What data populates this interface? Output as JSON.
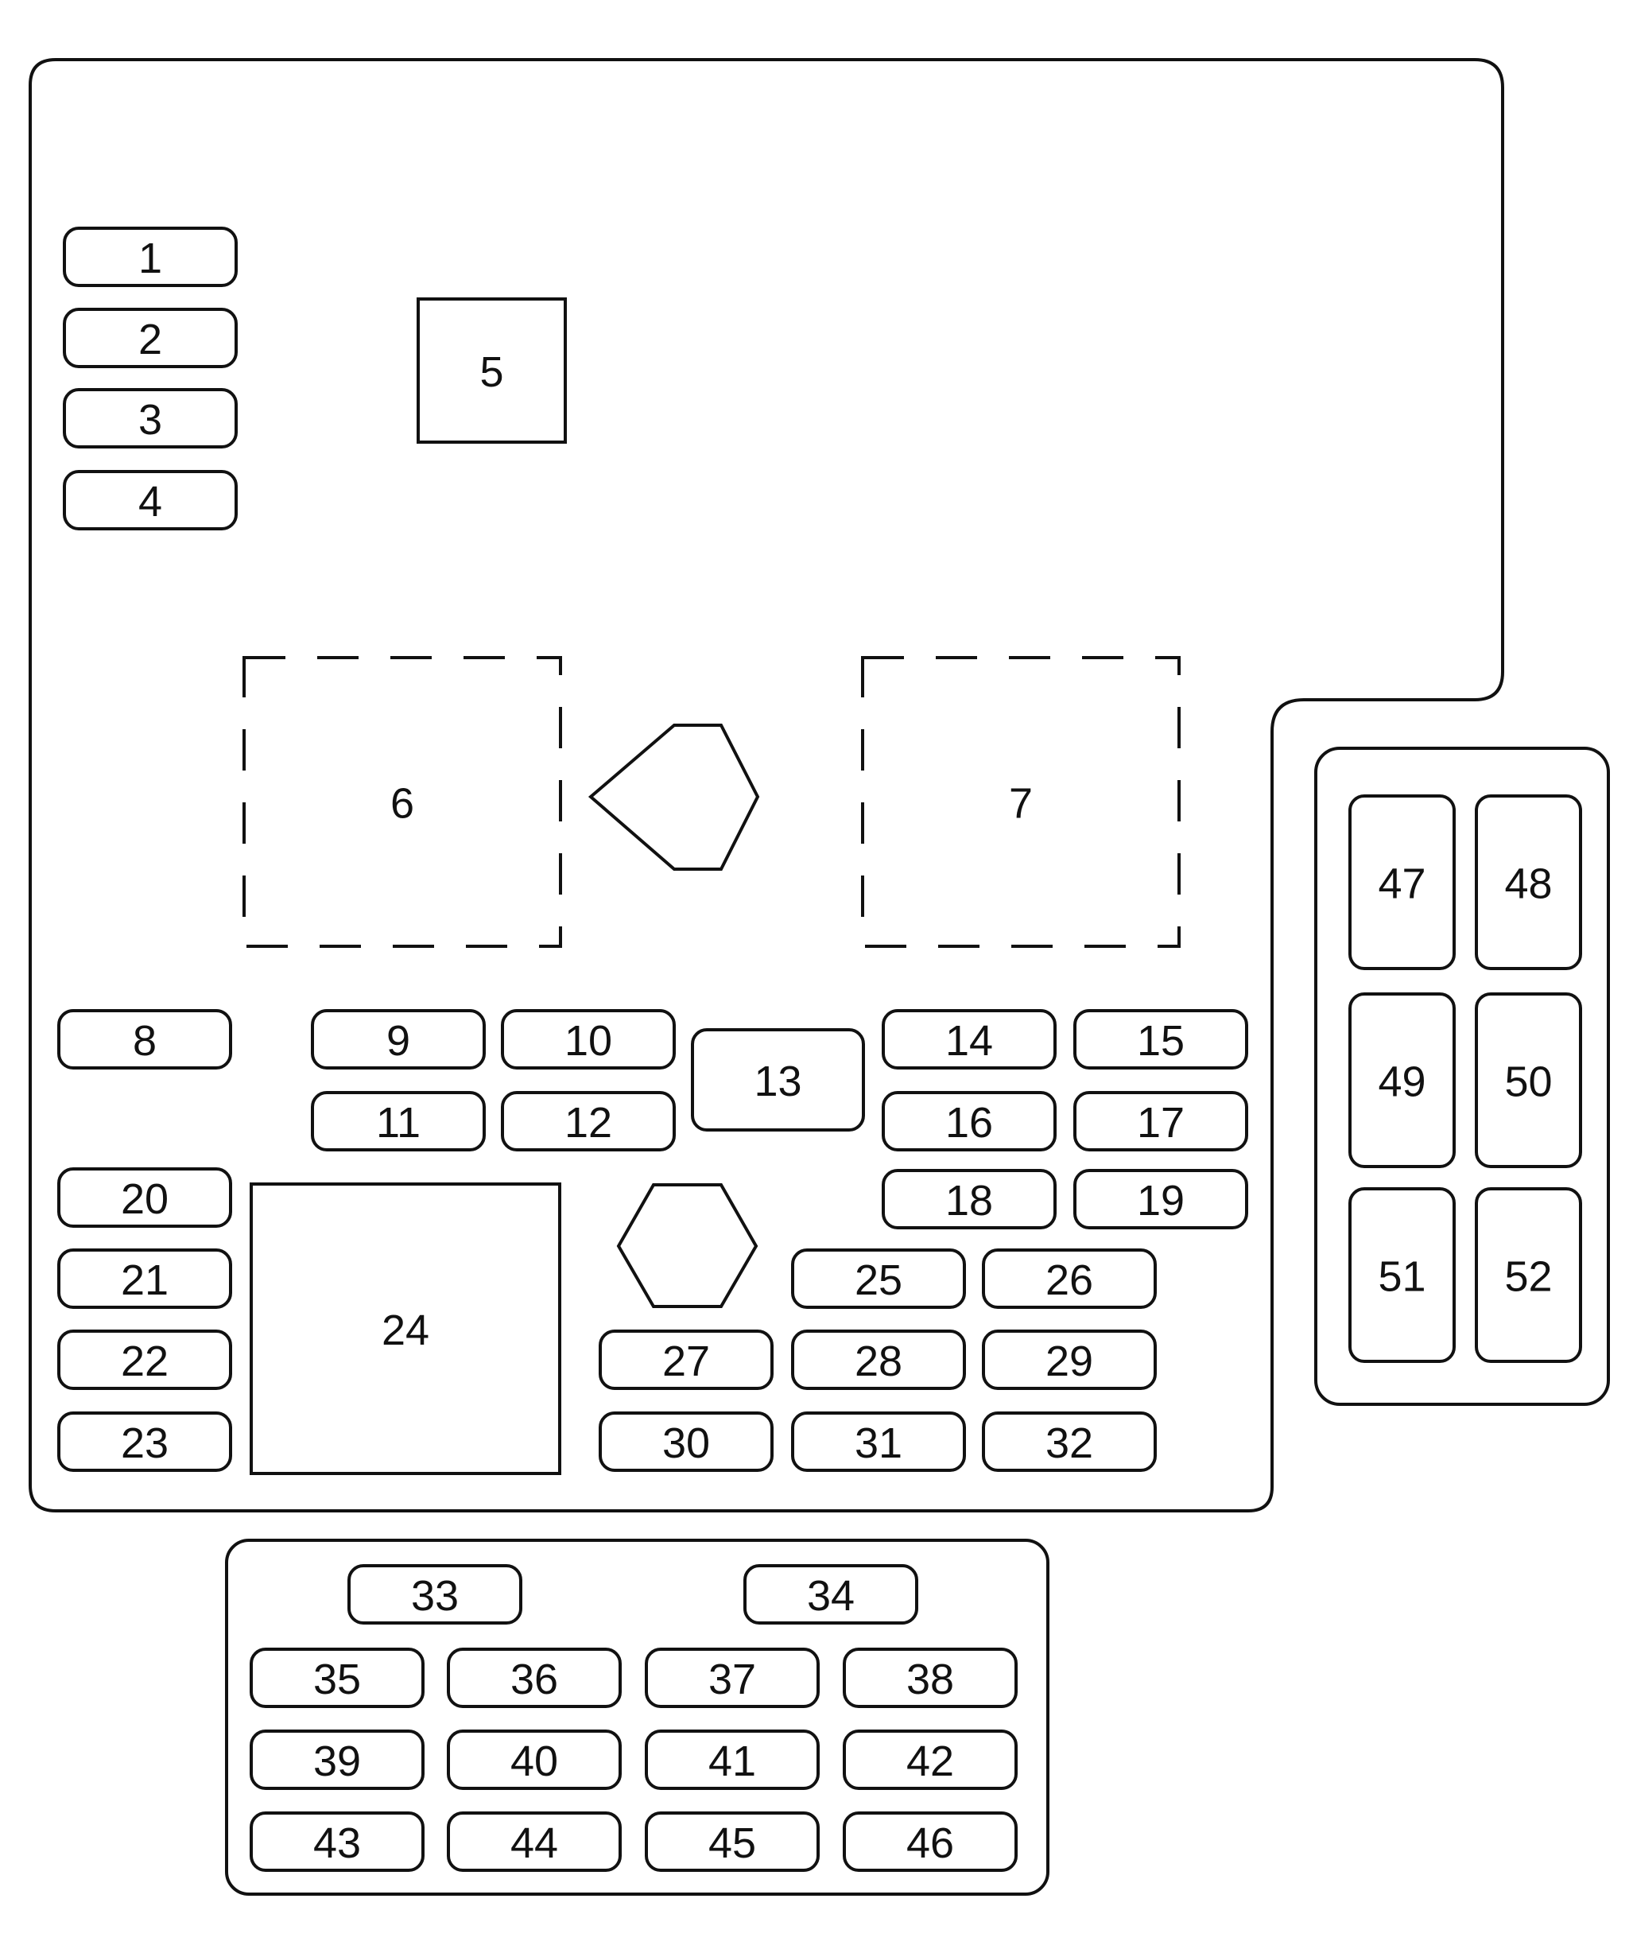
{
  "colors": {
    "line": "#111111",
    "background": "#ffffff"
  },
  "fuses": [
    {
      "id": "1"
    },
    {
      "id": "2"
    },
    {
      "id": "3"
    },
    {
      "id": "4"
    },
    {
      "id": "5"
    },
    {
      "id": "6"
    },
    {
      "id": "7"
    },
    {
      "id": "8"
    },
    {
      "id": "9"
    },
    {
      "id": "10"
    },
    {
      "id": "11"
    },
    {
      "id": "12"
    },
    {
      "id": "13"
    },
    {
      "id": "14"
    },
    {
      "id": "15"
    },
    {
      "id": "16"
    },
    {
      "id": "17"
    },
    {
      "id": "18"
    },
    {
      "id": "19"
    },
    {
      "id": "20"
    },
    {
      "id": "21"
    },
    {
      "id": "22"
    },
    {
      "id": "23"
    },
    {
      "id": "24"
    },
    {
      "id": "25"
    },
    {
      "id": "26"
    },
    {
      "id": "27"
    },
    {
      "id": "28"
    },
    {
      "id": "29"
    },
    {
      "id": "30"
    },
    {
      "id": "31"
    },
    {
      "id": "32"
    },
    {
      "id": "33"
    },
    {
      "id": "34"
    },
    {
      "id": "35"
    },
    {
      "id": "36"
    },
    {
      "id": "37"
    },
    {
      "id": "38"
    },
    {
      "id": "39"
    },
    {
      "id": "40"
    },
    {
      "id": "41"
    },
    {
      "id": "42"
    },
    {
      "id": "43"
    },
    {
      "id": "44"
    },
    {
      "id": "45"
    },
    {
      "id": "46"
    },
    {
      "id": "47"
    },
    {
      "id": "48"
    },
    {
      "id": "49"
    },
    {
      "id": "50"
    },
    {
      "id": "51"
    },
    {
      "id": "52"
    }
  ]
}
